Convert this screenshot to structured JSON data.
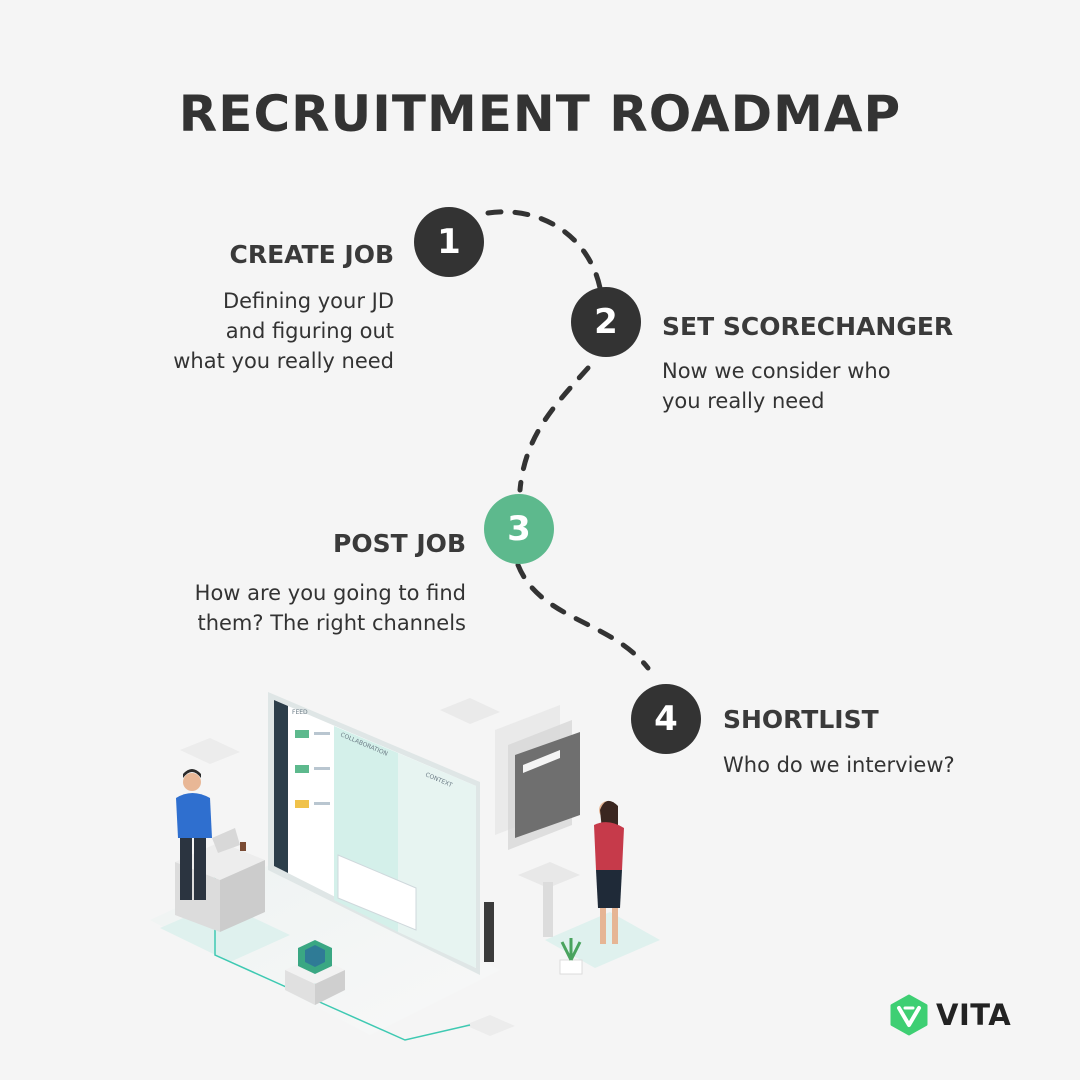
{
  "title": "RECRUITMENT ROADMAP",
  "accent_color": "#5db98d",
  "badge_color": "#333333",
  "steps": [
    {
      "number": "1",
      "title": "CREATE JOB",
      "description": [
        "Defining your JD",
        "and figuring out",
        "what you really need"
      ]
    },
    {
      "number": "2",
      "title": "SET SCORECHANGER",
      "description": [
        "Now we consider who",
        "you really need"
      ]
    },
    {
      "number": "3",
      "title": "POST JOB",
      "description": [
        "How are you going to find",
        "them? The right channels"
      ]
    },
    {
      "number": "4",
      "title": "SHORTLIST",
      "description": [
        "Who do we interview?"
      ]
    }
  ],
  "illustration": {
    "icon": "recruitment-workspace-illustration",
    "screen_headers": [
      "FEED",
      "COLLABORATION",
      "CONTEXT"
    ]
  },
  "brand": {
    "name": "VITA",
    "icon": "vita-logo-icon",
    "color": "#3ecf73"
  }
}
